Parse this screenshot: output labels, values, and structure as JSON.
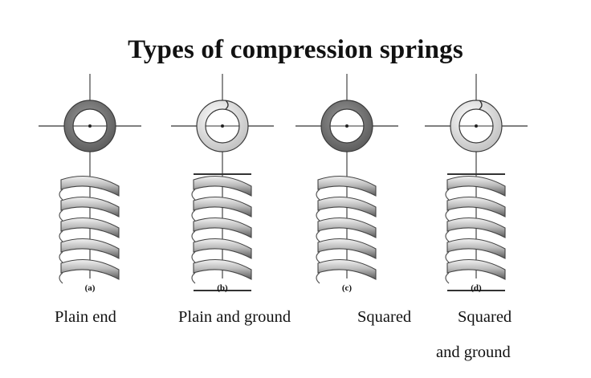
{
  "title": "Types of compression springs",
  "springs": [
    {
      "letter": "(a)",
      "name": "Plain end"
    },
    {
      "letter": "(b)",
      "name": "Plain and ground"
    },
    {
      "letter": "(c)",
      "name": "Squared"
    },
    {
      "letter": "(d)",
      "name": "Squared",
      "name2": "and ground"
    }
  ],
  "colors": {
    "coil_dark": "#6b6b6b",
    "coil_light": "#d9d9d9",
    "ring_dark": "#7a7a7a",
    "ring_light": "#e2e2e2",
    "line": "#333333"
  }
}
